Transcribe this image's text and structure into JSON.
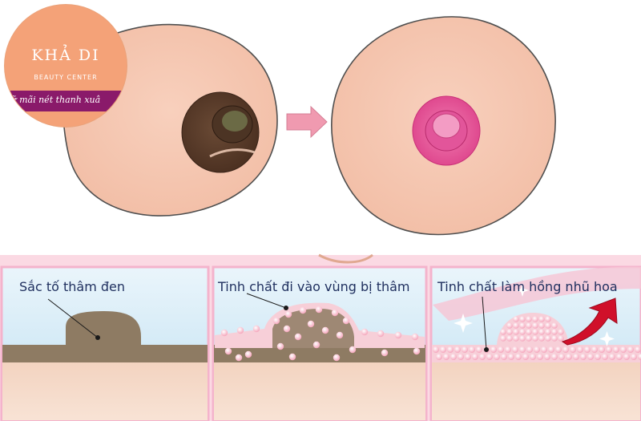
{
  "logo": {
    "brand": "KHẢ DI",
    "subtitle": "BEAUTY CENTER",
    "slogan": "iữ mãi nét thanh xuâ"
  },
  "panels": [
    {
      "label": "Sắc tố thâm đen"
    },
    {
      "label": "Tinh chất đi vào vùng bị thâm"
    },
    {
      "label": "Tinh chất làm hồng nhũ hoa"
    }
  ],
  "colors": {
    "skin": "#f6c9b4",
    "skin_outline": "#4f4f4f",
    "dark_areola": "#5a3d2b",
    "pink_areola": "#e8559a",
    "arrow_pink": "#f09ab0",
    "sky": "#d9edf8",
    "sediment": "#8e7b63",
    "frame": "#f4b3cc",
    "red_arrow": "#d0102a"
  },
  "icons": {
    "transform_arrow": "arrow-right-icon",
    "rise_arrow": "curved-arrow-icon"
  }
}
